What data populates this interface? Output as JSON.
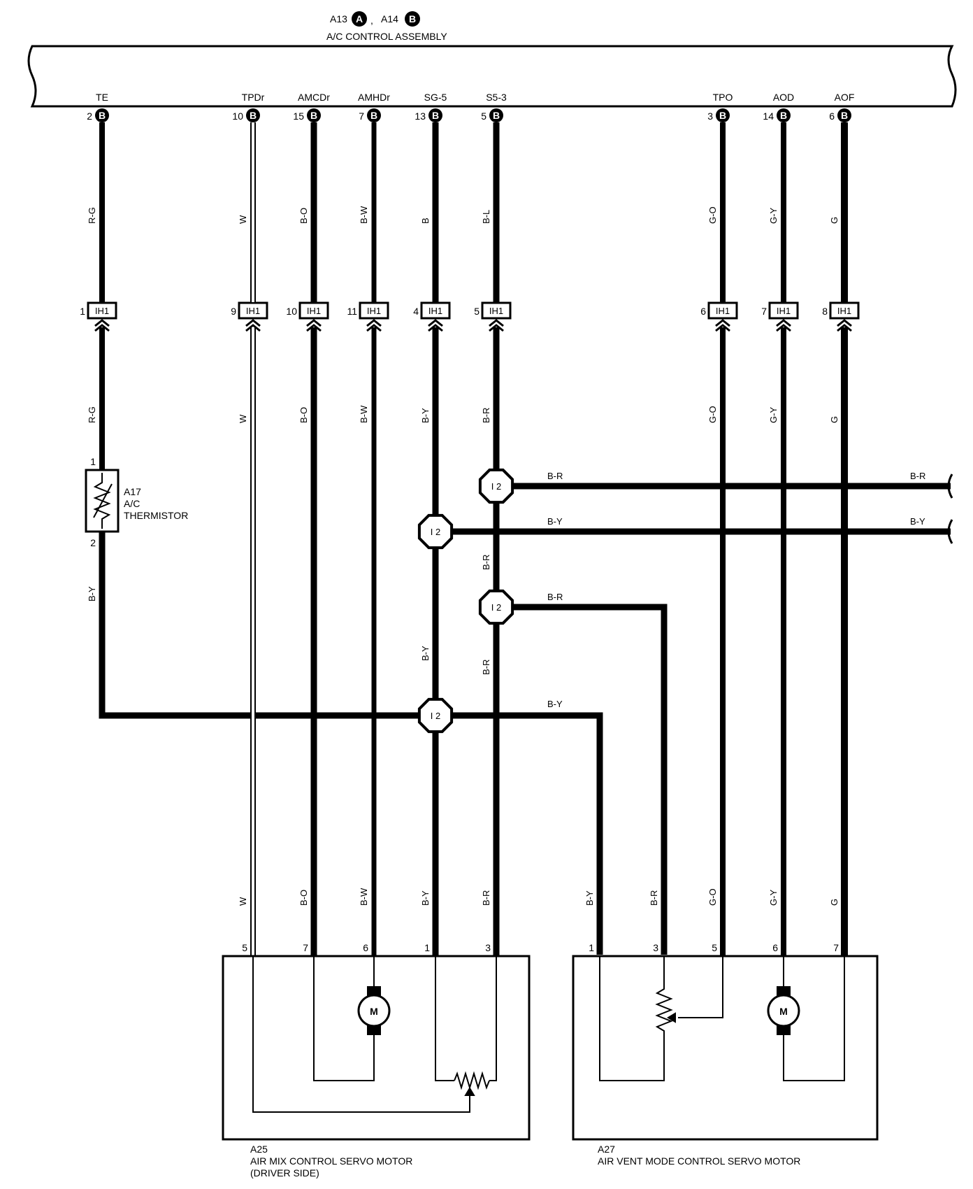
{
  "header": {
    "connector_a": "A13",
    "connector_b": "A14",
    "badge_a": "A",
    "badge_b": "B",
    "separator": ",",
    "title": "A/C CONTROL ASSEMBLY"
  },
  "terminals": [
    {
      "signal": "TE",
      "pin": "2",
      "badge": "B",
      "wire_top": "R-G",
      "ih_pin": "1",
      "ih": "IH1",
      "wire_mid": "R-G"
    },
    {
      "signal": "TPDr",
      "pin": "10",
      "badge": "B",
      "wire_top": "W",
      "ih_pin": "9",
      "ih": "IH1",
      "wire_mid": "W"
    },
    {
      "signal": "AMCDr",
      "pin": "15",
      "badge": "B",
      "wire_top": "B-O",
      "ih_pin": "10",
      "ih": "IH1",
      "wire_mid": "B-O"
    },
    {
      "signal": "AMHDr",
      "pin": "7",
      "badge": "B",
      "wire_top": "B-W",
      "ih_pin": "11",
      "ih": "IH1",
      "wire_mid": "B-W"
    },
    {
      "signal": "SG-5",
      "pin": "13",
      "badge": "B",
      "wire_top": "B",
      "ih_pin": "4",
      "ih": "IH1",
      "wire_mid": "B-Y"
    },
    {
      "signal": "S5-3",
      "pin": "5",
      "badge": "B",
      "wire_top": "B-L",
      "ih_pin": "5",
      "ih": "IH1",
      "wire_mid": "B-R"
    },
    {
      "signal": "TPO",
      "pin": "3",
      "badge": "B",
      "wire_top": "G-O",
      "ih_pin": "6",
      "ih": "IH1",
      "wire_mid": "G-O"
    },
    {
      "signal": "AOD",
      "pin": "14",
      "badge": "B",
      "wire_top": "G-Y",
      "ih_pin": "7",
      "ih": "IH1",
      "wire_mid": "G-Y"
    },
    {
      "signal": "AOF",
      "pin": "6",
      "badge": "B",
      "wire_top": "G",
      "ih_pin": "8",
      "ih": "IH1",
      "wire_mid": "G"
    }
  ],
  "thermistor": {
    "code": "A17",
    "name_line1": "A/C",
    "name_line2": "THERMISTOR",
    "pin_top": "1",
    "pin_bottom": "2",
    "wire_below": "B-Y"
  },
  "junctions": {
    "label": "I 2",
    "wire_br_a": "B-R",
    "wire_br_a_right": "B-R",
    "wire_by_b": "B-Y",
    "wire_by_b_right": "B-Y",
    "wire_br_vertical_1": "B-R",
    "wire_br_c": "B-R",
    "wire_by_vertical": "B-Y",
    "wire_br_vertical_2": "B-R",
    "wire_by_d": "B-Y"
  },
  "motor_a25": {
    "code": "A25",
    "name_line1": "AIR MIX CONTROL SERVO MOTOR",
    "name_line2": "(DRIVER SIDE)",
    "motor_symbol": "M",
    "wires": [
      "W",
      "B-O",
      "B-W",
      "B-Y",
      "B-R"
    ],
    "pins": [
      "5",
      "7",
      "6",
      "1",
      "3"
    ]
  },
  "motor_a27": {
    "code": "A27",
    "name_line1": "AIR VENT MODE CONTROL SERVO MOTOR",
    "motor_symbol": "M",
    "wires": [
      "B-Y",
      "B-R",
      "G-O",
      "G-Y",
      "G"
    ],
    "pins": [
      "1",
      "3",
      "5",
      "6",
      "7"
    ]
  },
  "icons": [
    "connector-badge-icon",
    "thermistor-icon",
    "junction-octagon-icon",
    "dc-motor-icon",
    "potentiometer-icon",
    "wire-break-icon"
  ]
}
